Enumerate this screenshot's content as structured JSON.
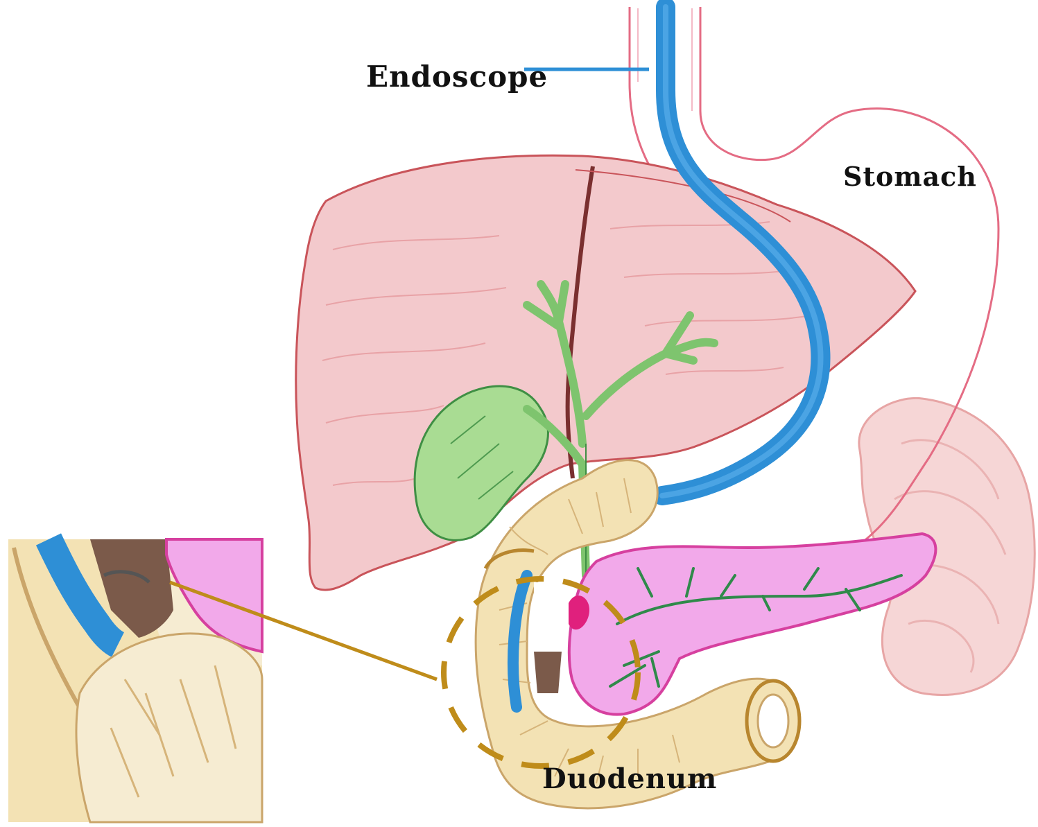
{
  "labels": {
    "endoscope": "Endoscope",
    "stomach": "Stomach",
    "duodenum": "Duodenum"
  },
  "colors": {
    "endoscope": "#2e8fd6",
    "liver_fill": "#f3c9cc",
    "liver_line": "#c9545a",
    "gallbladder": "#a9dc93",
    "bile_duct": "#7ec46e",
    "duct_line": "#3f8f44",
    "pancreas": "#f2a9ea",
    "pancreas_line": "#d6409f",
    "duodenum_fill": "#f3e2b4",
    "duodenum_line": "#caa56a",
    "spleen": "#f6d6d6",
    "stomach_line": "#e46c84",
    "callout": "#bf8c1a",
    "background": "#ffffff"
  }
}
